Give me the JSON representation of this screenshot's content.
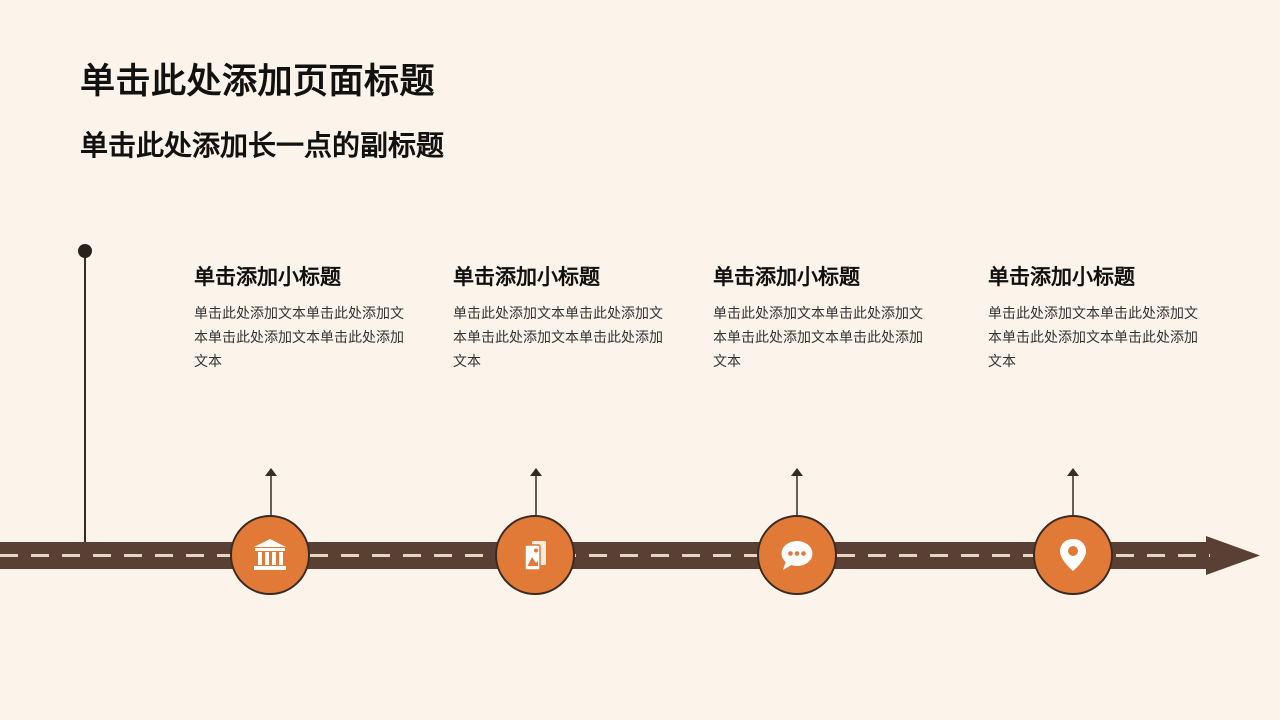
{
  "page": {
    "title": "单击此处添加页面标题",
    "subtitle": "单击此处添加长一点的副标题"
  },
  "colors": {
    "background": "#fcf4ea",
    "road": "#5a4034",
    "road_dash": "#e6d7bf",
    "accent": "#e07a36",
    "line": "#3b2a22"
  },
  "stages": [
    {
      "title": "单击添加小标题",
      "body": "单击此处添加文本单击此处添加文本单击此处添加文本单击此处添加文本",
      "icon": "bank-icon"
    },
    {
      "title": "单击添加小标题",
      "body": "单击此处添加文本单击此处添加文本单击此处添加文本单击此处添加文本",
      "icon": "image-gallery-icon"
    },
    {
      "title": "单击添加小标题",
      "body": "单击此处添加文本单击此处添加文本单击此处添加文本单击此处添加文本",
      "icon": "chat-bubble-icon"
    },
    {
      "title": "单击添加小标题",
      "body": "单击此处添加文本单击此处添加文本单击此处添加文本单击此处添加文本",
      "icon": "location-pin-icon"
    }
  ]
}
